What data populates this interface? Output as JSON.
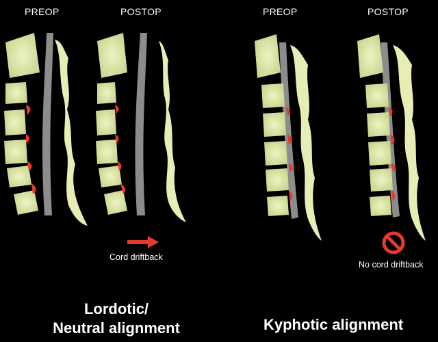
{
  "panels": {
    "left": {
      "preop_label": "PREOP",
      "postop_label": "POSTOP",
      "annotation": "Cord driftback",
      "caption_line1": "Lordotic/",
      "caption_line2": "Neutral alignment"
    },
    "right": {
      "preop_label": "PREOP",
      "postop_label": "POSTOP",
      "annotation": "No cord driftback",
      "caption": "Kyphotic alignment"
    }
  },
  "colors": {
    "background": "#000000",
    "vertebra": "#e4ecb4",
    "vertebra_shade": "#b7c27d",
    "cord": "#8c8c8c",
    "lamina": "#e7edb4",
    "disc_bulge": "#e53a2e",
    "arrow": "#e53a2e"
  },
  "icons": {
    "driftback": "right-arrow-icon",
    "no_driftback": "prohibition-icon"
  }
}
